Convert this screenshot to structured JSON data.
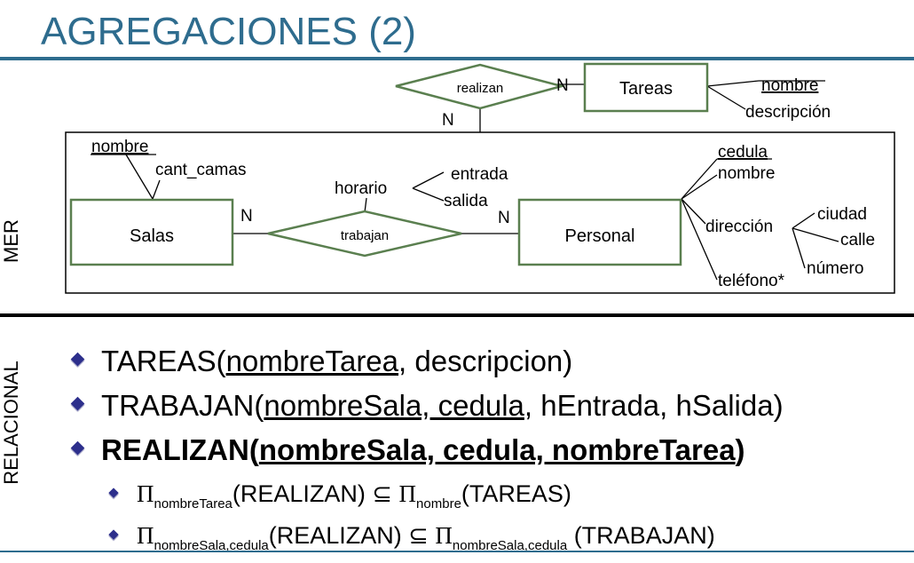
{
  "title": "AGREGACIONES (2)",
  "sections": {
    "mer": "MER",
    "relacional": "RELACIONAL"
  },
  "diagram": {
    "entities": {
      "tareas": "Tareas",
      "salas": "Salas",
      "personal": "Personal"
    },
    "relationships": {
      "realizan": "realizan",
      "trabajan": "trabajan"
    },
    "cardinalities": {
      "realizan_tareas": "N",
      "realizan_down": "N",
      "salas_trabajan": "N",
      "trabajan_personal": "N"
    },
    "tareas_attributes": {
      "nombre": "nombre",
      "descripcion": "descripción"
    },
    "salas_attributes": {
      "nombre": "nombre",
      "cant_camas": "cant_camas"
    },
    "trabajan_attributes": {
      "horario": "horario",
      "entrada": "entrada",
      "salida": "salida"
    },
    "personal_attributes": {
      "cedula": "cedula",
      "nombre": "nombre",
      "direccion": "dirección",
      "ciudad": "ciudad",
      "calle": "calle",
      "numero": "número",
      "telefono": "teléfono*"
    }
  },
  "relational": {
    "tareas": {
      "name": "TAREAS(",
      "key": "nombreTarea",
      "rest": ", descripcion)"
    },
    "trabajan": {
      "name": "TRABAJAN(",
      "key": "nombreSala, cedula",
      "rest": ", hEntrada, hSalida)"
    },
    "realizan": {
      "name": "REALIZAN(",
      "key": "nombreSala, cedula, nombreTarea",
      "rest": ")"
    },
    "constraint1": {
      "pi": "Π",
      "sub_a": "nombreTarea",
      "mid": "(REALIZAN) ⊆ ",
      "sub_b": "nombre",
      "end": "(TAREAS)"
    },
    "constraint2": {
      "pi": "Π",
      "sub_a": "nombreSala,cedula",
      "mid": "(REALIZAN) ⊆ ",
      "sub_b": "nombreSala,cedula",
      "end": " (TRABAJAN)"
    }
  },
  "colors": {
    "title": "#2e6c8e",
    "entity_border": "#5a7f4f",
    "bullet": "#2d2f8c"
  }
}
